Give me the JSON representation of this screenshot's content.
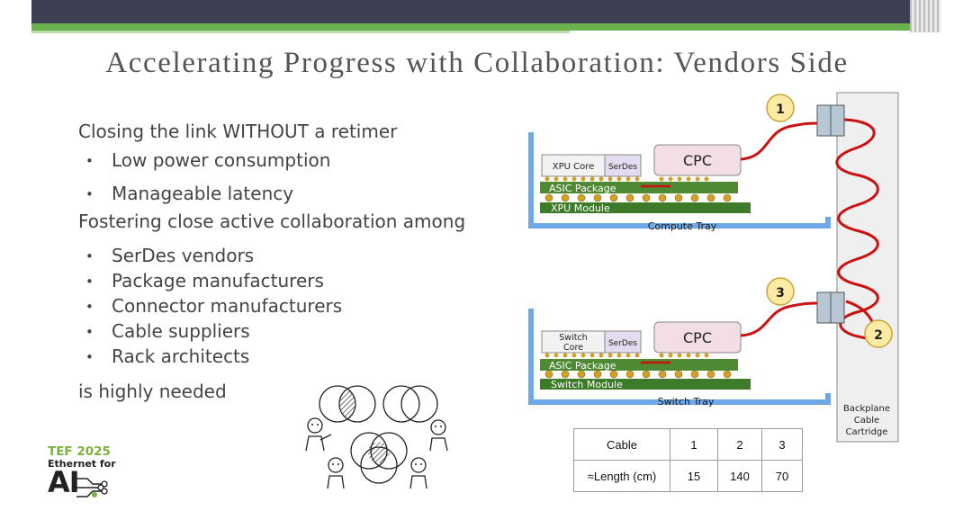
{
  "slide": {
    "title": "Accelerating Progress with Collaboration: Vendors Side"
  },
  "content": {
    "heading1": "Closing the link WITHOUT a retimer",
    "bullets1": [
      "Low power consumption",
      "Manageable latency"
    ],
    "heading2": "Fostering close active collaboration among",
    "bullets2": [
      "SerDes vendors",
      "Package manufacturers",
      "Connector manufacturers",
      "Cable suppliers",
      "Rack architects"
    ],
    "closing": "is highly needed",
    "bullet_glyph": "•"
  },
  "logo": {
    "line1": "TEF 2025",
    "line2": "Ethernet for",
    "line3": "AI"
  },
  "diagram": {
    "compute": {
      "xpu_core": "XPU Core",
      "serdes": "SerDes",
      "cpc": "CPC",
      "asic_package": "ASIC Package",
      "module": "XPU Module",
      "tray": "Compute Tray"
    },
    "switch": {
      "core_line1": "Switch",
      "core_line2": "Core",
      "serdes": "SerDes",
      "cpc": "CPC",
      "asic_package": "ASIC Package",
      "module": "Switch Module",
      "tray": "Switch Tray"
    },
    "backplane": {
      "line1": "Backplane",
      "line2": "Cable",
      "line3": "Cartridge"
    },
    "markers": [
      "1",
      "2",
      "3"
    ],
    "colors": {
      "tray": "#6fa8e8",
      "module": "#3d7a2a",
      "package": "#4e8a34",
      "cpc": "#f3dde6",
      "cable": "#cc1111",
      "marker": "#fdeaa5",
      "connector": "#b8c7d6"
    }
  },
  "table": {
    "header": [
      "Cable",
      "1",
      "2",
      "3"
    ],
    "rows": [
      [
        "≈Length (cm)",
        "15",
        "140",
        "70"
      ]
    ]
  },
  "illustration": {
    "description_icon": "collaboration-venn-icon"
  }
}
